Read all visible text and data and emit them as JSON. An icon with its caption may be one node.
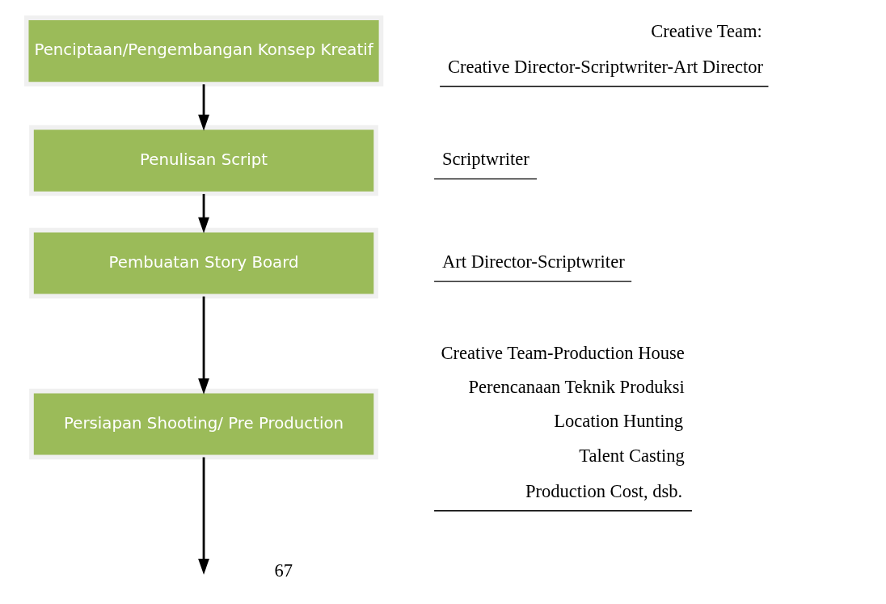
{
  "diagram": {
    "nodes": [
      {
        "text": [
          "Penciptaan/Pengembangan Konsep Kreatif"
        ],
        "beside": [
          "Creative Team:",
          "Creative Director-Scriptwriter-Art Director"
        ]
      },
      {
        "text": [
          "Penulisan Script"
        ],
        "beside": [
          "Scriptwriter"
        ]
      },
      {
        "text": [
          "Pembuatan Story Board"
        ],
        "beside": [
          "Art Director-Scriptwriter"
        ]
      },
      {
        "text": [
          "Persiapan Shooting/ Pre Production"
        ],
        "beside": [
          "Creative Team-Production House",
          "Perencanaan Teknik Produksi",
          "Location Hunting",
          "Talent Casting",
          "Production Cost, dsb."
        ]
      }
    ],
    "edges": [
      {
        "from": 0,
        "to": 1,
        "arrow": "to"
      },
      {
        "from": 1,
        "to": 2,
        "arrow": "to"
      },
      {
        "from": 2,
        "to": 3,
        "arrow": "to"
      },
      {
        "from": 3,
        "to": null,
        "arrow": "to"
      }
    ],
    "labels": [
      "67"
    ]
  }
}
